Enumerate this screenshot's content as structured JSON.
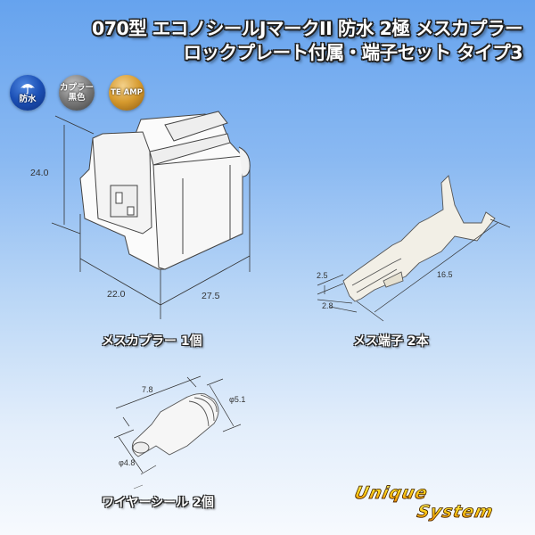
{
  "title": {
    "line1": "070型 エコノシールJマークII 防水 2極 メスカプラー",
    "line2": "ロックプレート付属・端子セット タイプ3"
  },
  "badges": [
    {
      "icon": "umbrella-icon",
      "label": "防水",
      "color": "#1b4fb5"
    },
    {
      "label_top": "カプラー",
      "label_bottom": "黒色",
      "color": "#7b7b7b"
    },
    {
      "label": "TE AMP",
      "color": "#d69a2e"
    }
  ],
  "parts": {
    "coupler": {
      "caption": "メスカプラー 1個",
      "dimensions": {
        "height": "24.0",
        "width": "22.0",
        "depth": "27.5"
      }
    },
    "terminal": {
      "caption": "メス端子 2本",
      "dimensions": {
        "length": "16.5",
        "height": "2.5",
        "width": "2.8"
      }
    },
    "seal": {
      "caption": "ワイヤーシール 2個",
      "dimensions": {
        "length": "7.8",
        "outer_diameter": "φ5.1",
        "inner_diameter": "φ4.8"
      }
    }
  },
  "logo": {
    "line1": "Unique",
    "line2": "System"
  }
}
